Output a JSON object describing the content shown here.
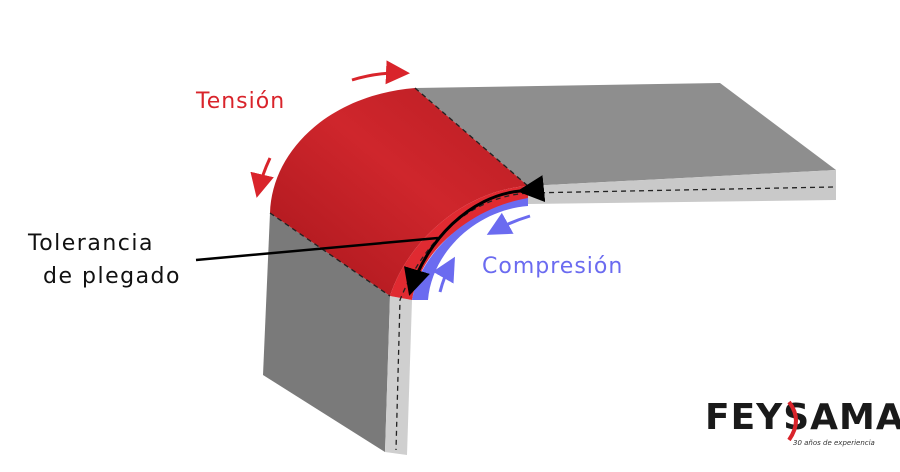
{
  "labels": {
    "tension": "Tensión",
    "compression": "Compresión",
    "bend_allowance_line1": "Tolerancia",
    "bend_allowance_line2": "de  plegado"
  },
  "logo": {
    "name": "FEYSAMA",
    "tagline": "30 años de experiencia"
  },
  "colors": {
    "tension": "#d9242b",
    "compression": "#6b6bf0",
    "sheet_top": "#8c8c8c",
    "sheet_side": "#6e6e6e",
    "sheet_edge": "#c8c8c8",
    "logo_red": "#d9242b"
  }
}
